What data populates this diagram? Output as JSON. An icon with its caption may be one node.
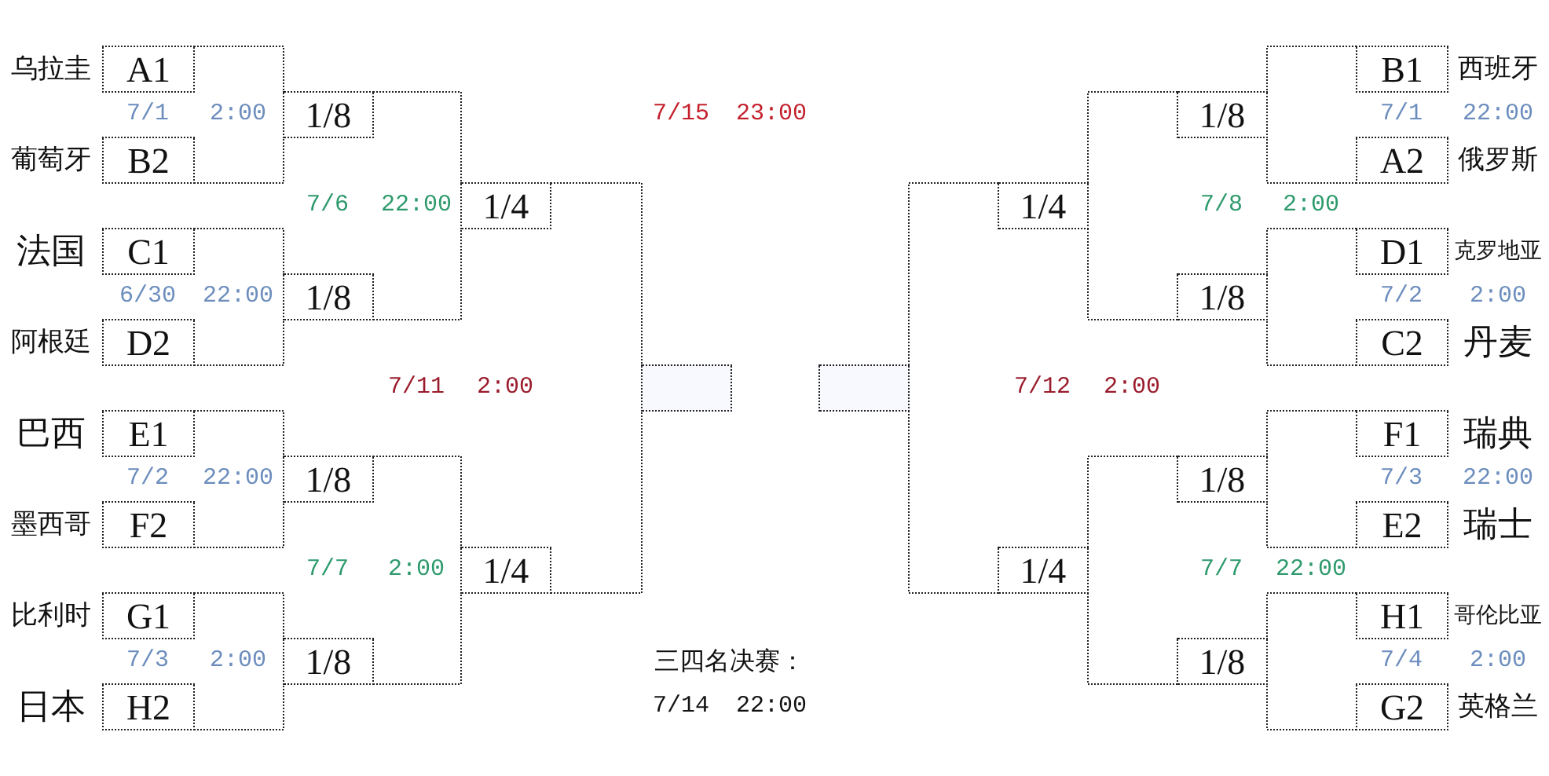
{
  "diagram": {
    "nodes": [
      {
        "text": [
          "A1"
        ],
        "beside": [
          "乌拉圭"
        ]
      },
      {
        "text": [
          "B1"
        ],
        "beside": [
          "西班牙"
        ]
      },
      {
        "text": [
          "1/8"
        ]
      },
      {
        "text": [
          "1/8"
        ]
      },
      {
        "text": [
          "B2"
        ],
        "beside": [
          "葡萄牙"
        ]
      },
      {
        "text": [
          "A2"
        ],
        "beside": [
          "俄罗斯"
        ]
      },
      {
        "text": [
          "1/4"
        ]
      },
      {
        "text": [
          "1/4"
        ]
      },
      {
        "text": [
          "C1"
        ],
        "beside": [
          "法国"
        ]
      },
      {
        "text": [
          "D1"
        ],
        "beside": [
          "克罗地亚"
        ]
      },
      {
        "text": [
          "1/8"
        ]
      },
      {
        "text": [
          "1/8"
        ]
      },
      {
        "text": [
          "D2"
        ],
        "beside": [
          "阿根廷"
        ]
      },
      {
        "text": [
          "C2"
        ],
        "beside": [
          "丹麦"
        ]
      },
      {
        "text": [],
        "shape": "box"
      },
      {
        "text": [],
        "shape": "box"
      },
      {
        "text": [
          "E1"
        ],
        "beside": [
          "巴西"
        ]
      },
      {
        "text": [
          "F1"
        ],
        "beside": [
          "瑞典"
        ]
      },
      {
        "text": [
          "1/8"
        ]
      },
      {
        "text": [
          "1/8"
        ]
      },
      {
        "text": [
          "F2"
        ],
        "beside": [
          "墨西哥"
        ]
      },
      {
        "text": [
          "E2"
        ],
        "beside": [
          "瑞士"
        ]
      },
      {
        "text": [
          "1/4"
        ]
      },
      {
        "text": [
          "1/4"
        ]
      },
      {
        "text": [
          "G1"
        ],
        "beside": [
          "比利时"
        ]
      },
      {
        "text": [
          "H1"
        ],
        "beside": [
          "哥伦比亚"
        ]
      },
      {
        "text": [
          "1/8"
        ]
      },
      {
        "text": [
          "1/8"
        ]
      },
      {
        "text": [
          "H2"
        ],
        "beside": [
          "日本"
        ]
      },
      {
        "text": [
          "G2"
        ],
        "beside": [
          "英格兰"
        ]
      }
    ],
    "edges": [
      {
        "from": 0,
        "to": 2,
        "arrow": "none"
      },
      {
        "from": 4,
        "to": 2,
        "arrow": "none"
      },
      {
        "from": 8,
        "to": 10,
        "arrow": "none"
      },
      {
        "from": 12,
        "to": 10,
        "arrow": "none"
      },
      {
        "from": 16,
        "to": 18,
        "arrow": "none"
      },
      {
        "from": 20,
        "to": 18,
        "arrow": "none"
      },
      {
        "from": 24,
        "to": 26,
        "arrow": "none"
      },
      {
        "from": 28,
        "to": 26,
        "arrow": "none"
      },
      {
        "from": 1,
        "to": 3,
        "arrow": "none"
      },
      {
        "from": 5,
        "to": 3,
        "arrow": "none"
      },
      {
        "from": 9,
        "to": 11,
        "arrow": "none"
      },
      {
        "from": 13,
        "to": 11,
        "arrow": "none"
      },
      {
        "from": 17,
        "to": 19,
        "arrow": "none"
      },
      {
        "from": 21,
        "to": 19,
        "arrow": "none"
      },
      {
        "from": 25,
        "to": 27,
        "arrow": "none"
      },
      {
        "from": 29,
        "to": 27,
        "arrow": "none"
      },
      {
        "from": 2,
        "to": 6,
        "arrow": "none"
      },
      {
        "from": 10,
        "to": 6,
        "arrow": "none"
      },
      {
        "from": 18,
        "to": 22,
        "arrow": "none"
      },
      {
        "from": 26,
        "to": 22,
        "arrow": "none"
      },
      {
        "from": 3,
        "to": 7,
        "arrow": "none"
      },
      {
        "from": 11,
        "to": 7,
        "arrow": "none"
      },
      {
        "from": 19,
        "to": 23,
        "arrow": "none"
      },
      {
        "from": 27,
        "to": 23,
        "arrow": "none"
      },
      {
        "from": 6,
        "to": 14,
        "arrow": "none"
      },
      {
        "from": 22,
        "to": 14,
        "arrow": "none"
      },
      {
        "from": 7,
        "to": 15,
        "arrow": "none"
      },
      {
        "from": 23,
        "to": 15,
        "arrow": "none"
      }
    ],
    "labels": [
      "7/1",
      "2:00",
      "7/15 23:00",
      "7/1",
      "22:00",
      "7/6",
      "22:00",
      "7/8",
      "2:00",
      "6/30",
      "22:00",
      "7/2",
      "2:00",
      "7/11",
      "2:00",
      "7/12",
      "2:00",
      "7/2",
      "22:00",
      "7/3",
      "22:00",
      "7/7",
      "2:00",
      "7/7",
      "22:00",
      "7/3",
      "2:00",
      "三四名决赛：",
      "7/4",
      "2:00",
      "7/14 22:00"
    ]
  }
}
